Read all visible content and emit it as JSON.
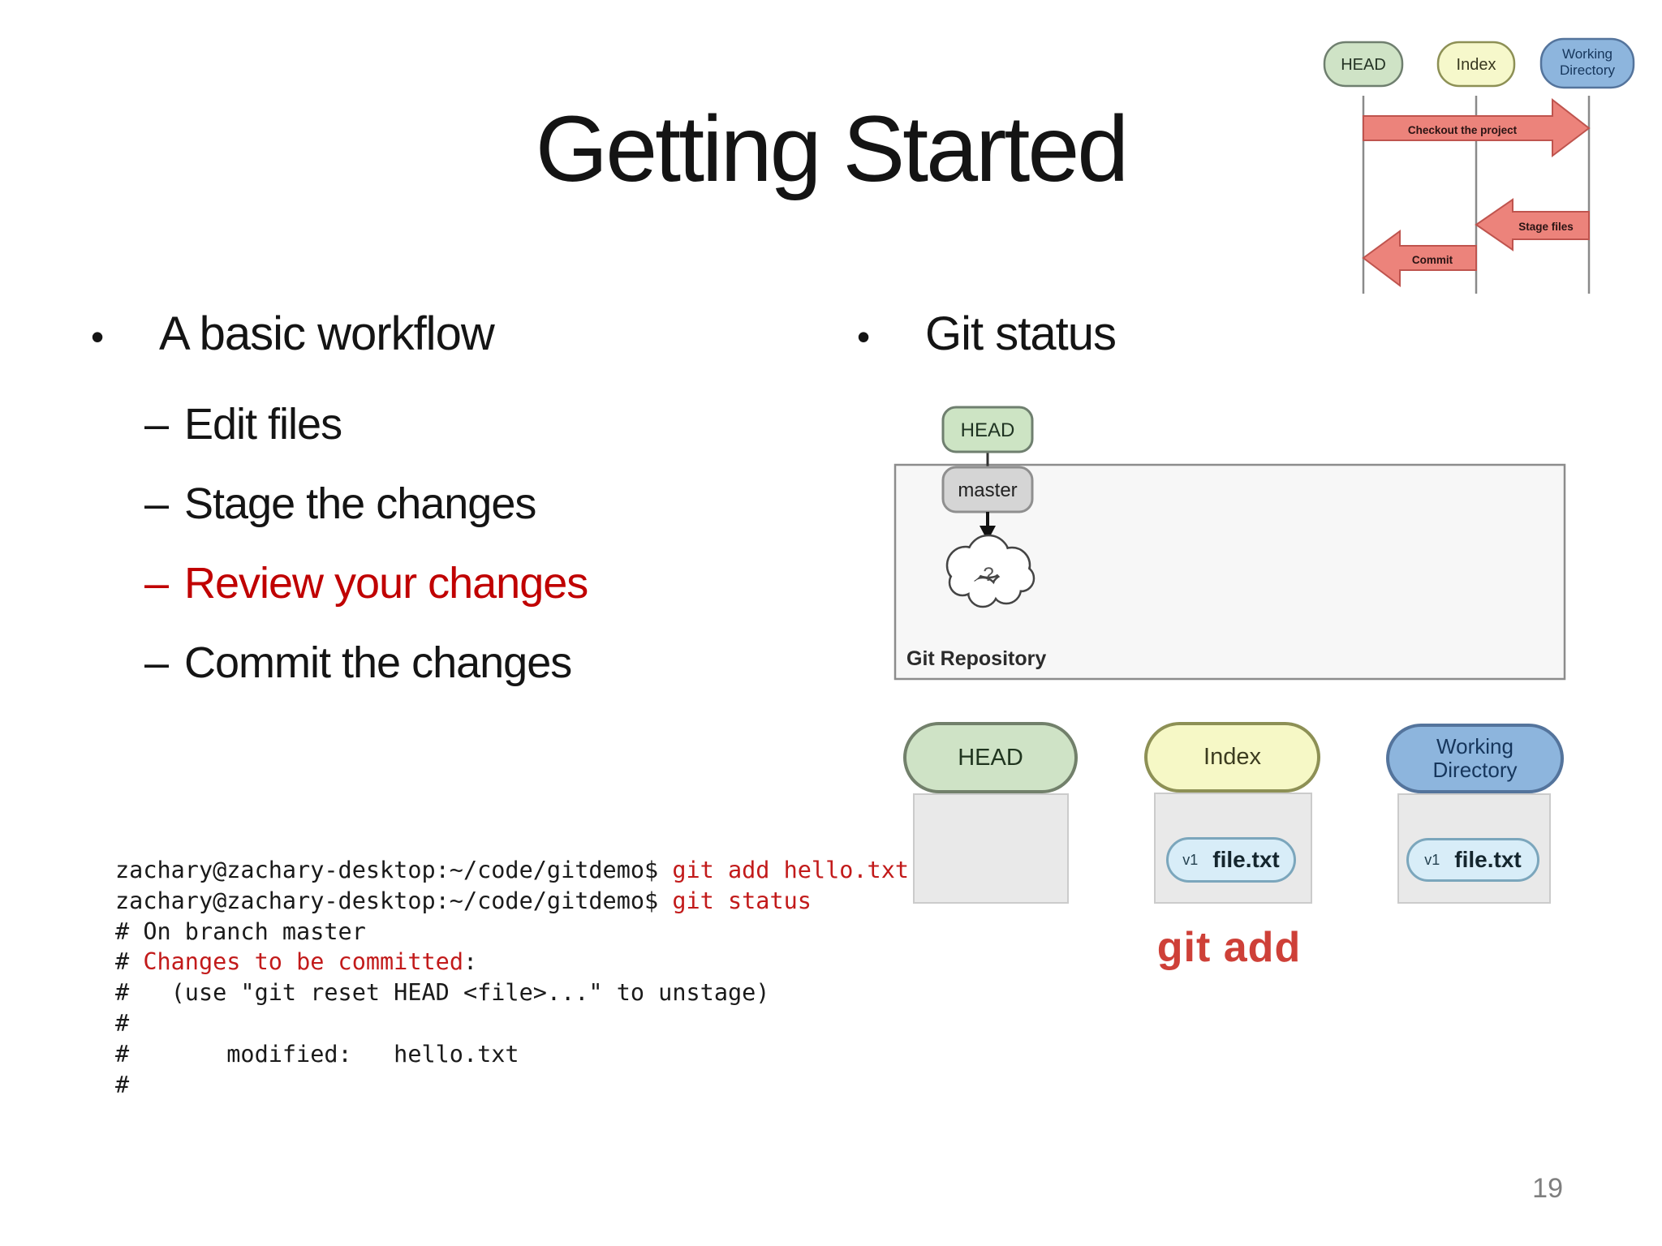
{
  "slide": {
    "title": "Getting Started",
    "page_number": "19"
  },
  "bullets": {
    "workflow": {
      "label": "A basic workflow",
      "items": [
        {
          "label": "Edit files",
          "red": false
        },
        {
          "label": "Stage the changes",
          "red": false
        },
        {
          "label": "Review your changes",
          "red": true
        },
        {
          "label": "Commit the changes",
          "red": false
        }
      ]
    },
    "git_status_label": "Git status"
  },
  "sequence_diagram": {
    "lanes": [
      "HEAD",
      "Index",
      "Working Directory"
    ],
    "arrows": [
      {
        "label": "Checkout the project",
        "from": "HEAD",
        "to": "Working Directory",
        "direction": "right"
      },
      {
        "label": "Stage files",
        "from": "Working Directory",
        "to": "Index",
        "direction": "left"
      },
      {
        "label": "Commit",
        "from": "Index",
        "to": "HEAD",
        "direction": "left"
      }
    ]
  },
  "repo_diagram": {
    "head_label": "HEAD",
    "branch_label": "master",
    "cloud_label": "?",
    "box_label": "Git Repository"
  },
  "columns_diagram": {
    "columns": [
      {
        "title": "HEAD",
        "files": []
      },
      {
        "title": "Index",
        "files": [
          {
            "version": "v1",
            "name": "file.txt"
          }
        ]
      },
      {
        "title": "Working Directory",
        "files": [
          {
            "version": "v1",
            "name": "file.txt"
          }
        ]
      }
    ],
    "caption": "git add"
  },
  "terminal": {
    "lines": [
      [
        {
          "t": "zachary@zachary-desktop:~/code/gitdemo$ "
        },
        {
          "t": "git add hello.txt",
          "red": true
        }
      ],
      [
        {
          "t": "zachary@zachary-desktop:~/code/gitdemo$ "
        },
        {
          "t": "git status",
          "red": true
        }
      ],
      [
        {
          "t": "# On branch master"
        }
      ],
      [
        {
          "t": "# "
        },
        {
          "t": "Changes to be committed",
          "red": true
        },
        {
          "t": ":"
        }
      ],
      [
        {
          "t": "#   (use \"git reset HEAD <file>...\" to unstage)"
        }
      ],
      [
        {
          "t": "#"
        }
      ],
      [
        {
          "t": "#       modified:   hello.txt"
        }
      ],
      [
        {
          "t": "#"
        }
      ]
    ]
  },
  "colors": {
    "accent_red_text": "#c00000",
    "terminal_red": "#c21a1a",
    "caption_red": "#ce4038",
    "arrow_fill": "#ec837b",
    "arrow_border": "#bf544e",
    "head_green_fill": "#cfe3c6",
    "index_yellow_fill": "#f6f8c6",
    "working_dir_blue_fill": "#8db5dd",
    "file_pill_fill": "#d8edf8",
    "body_gray": "#e9e9e9",
    "repo_box_fill": "#f7f7f7",
    "page_number_gray": "#7f7f7f"
  }
}
